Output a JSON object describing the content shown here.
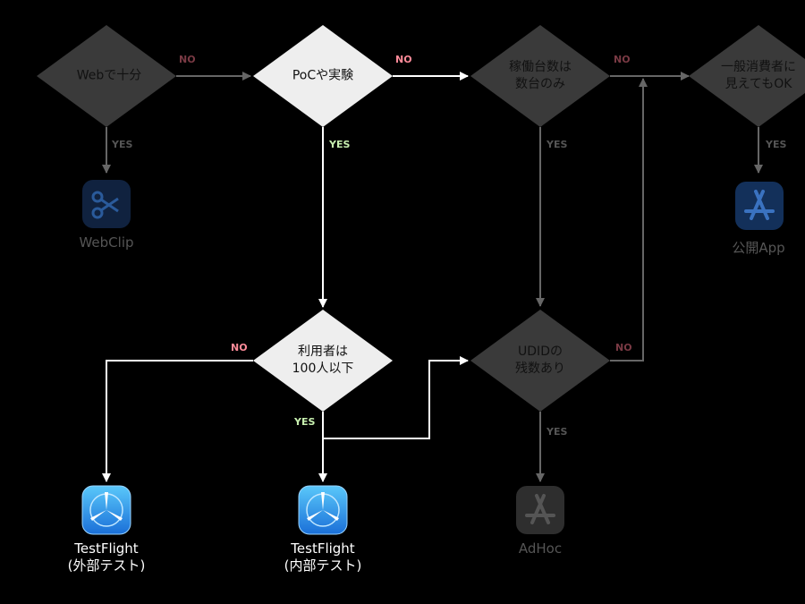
{
  "decisions": {
    "web": "Webで十分",
    "poc": "PoCや実験",
    "devices": [
      "稼働台数は",
      "数台のみ"
    ],
    "public": [
      "一般消費者に",
      "見えてもOK"
    ],
    "users": [
      "利用者は",
      "100人以下"
    ],
    "udid": [
      "UDIDの",
      "残数あり"
    ]
  },
  "edges": {
    "web_no": "NO",
    "web_yes": "YES",
    "poc_no": "NO",
    "poc_yes": "YES",
    "devices_no": "NO",
    "devices_yes": "YES",
    "public_yes": "YES",
    "users_no": "NO",
    "users_yes": "YES",
    "udid_no": "NO",
    "udid_yes": "YES"
  },
  "outcomes": {
    "webclip": "WebClip",
    "public_app": "公開App",
    "testflight_ext": [
      "TestFlight",
      "(外部テスト)"
    ],
    "testflight_int": [
      "TestFlight",
      "(内部テスト)"
    ],
    "adhoc": "AdHoc"
  },
  "colors": {
    "active": "#ffffff",
    "active_fill": "#eeeeee",
    "dim_fill": "#3a3a3a",
    "dim_line": "#666666",
    "no_active": "#ff8c9a",
    "no_dim": "#7a3a44",
    "yes_active": "#c8f0b0",
    "yes_dim": "#555555"
  },
  "icons": {
    "webclip": "scissors-icon",
    "public_app": "app-store-icon",
    "testflight": "testflight-propeller-icon",
    "adhoc": "app-store-icon"
  }
}
